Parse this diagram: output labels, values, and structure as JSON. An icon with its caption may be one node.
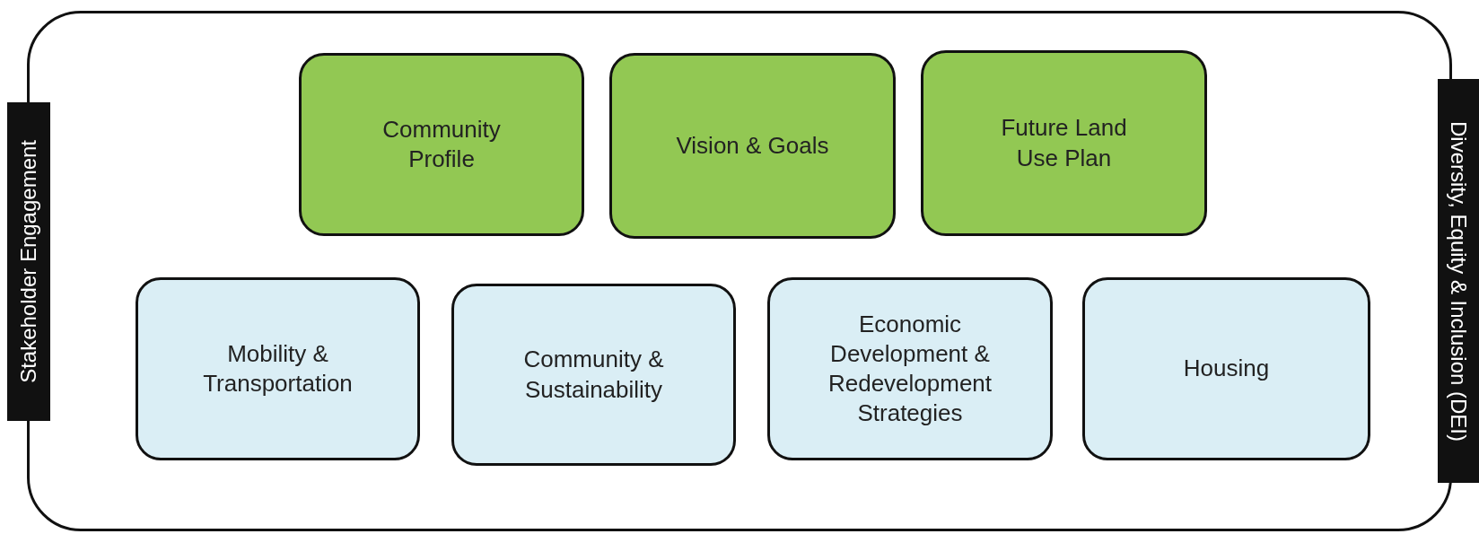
{
  "diagram": {
    "nodes": [
      {
        "text": [],
        "shape": "box"
      },
      {
        "text": [
          "Stakeholder Engagement"
        ]
      },
      {
        "text": [
          "Diversity, Equity & Inclusion (DEI)"
        ]
      },
      {
        "text": [
          "Community Profile"
        ],
        "in": 0
      },
      {
        "text": [
          "Vision & Goals"
        ],
        "in": 0
      },
      {
        "text": [
          "Future Land Use Plan"
        ],
        "in": 0
      },
      {
        "text": [
          "Mobility & Transportation"
        ],
        "in": 0
      },
      {
        "text": [
          "Community & Sustainability"
        ],
        "in": 0
      },
      {
        "text": [
          "Economic Development & Redevelopment Strategies"
        ],
        "in": 0
      },
      {
        "text": [
          "Housing"
        ],
        "in": 0
      }
    ]
  }
}
